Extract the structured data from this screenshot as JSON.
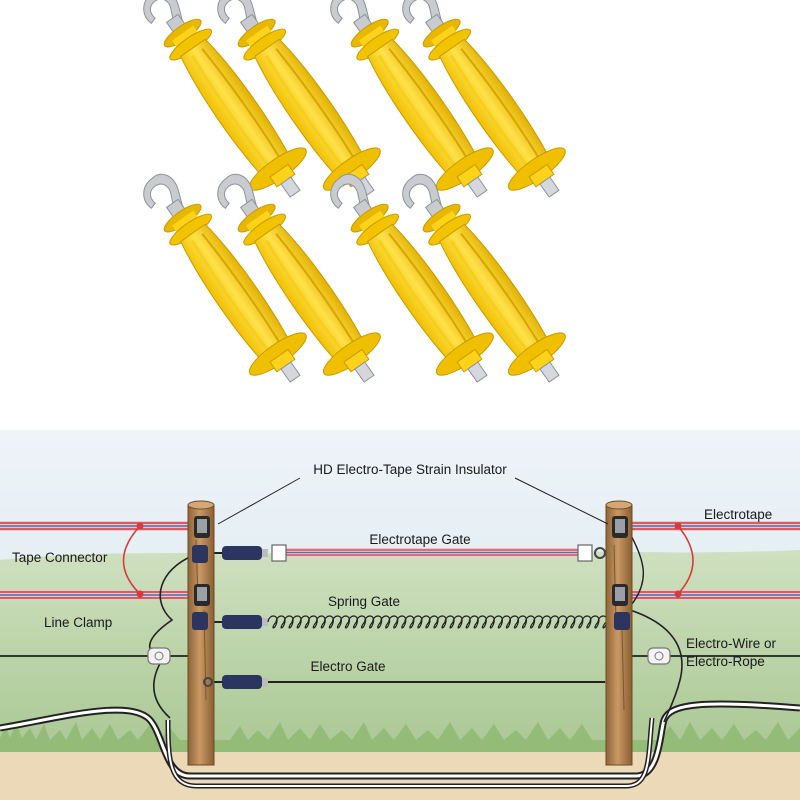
{
  "product": {
    "name": "gate-handle-insulator",
    "count": 8,
    "body_color": "#ffd21a",
    "shade_color": "#d9a800",
    "hook_color": "#c8ccd0"
  },
  "diagram": {
    "colors": {
      "sky_top": "#eef4f8",
      "sky_bottom": "#d7e6ee",
      "grass": "#b9d3a6",
      "ground": "#ebd9b8",
      "post": "#b98a55",
      "tape_red": "#d83a3a",
      "tape_blue": "#4a6fb0",
      "wire": "#222222"
    },
    "labels": {
      "strain_insulator": "HD Electro-Tape Strain Insulator",
      "electrotape_gate": "Electrotape Gate",
      "electrotape": "Electrotape",
      "tape_connector": "Tape Connector",
      "spring_gate": "Spring Gate",
      "line_clamp": "Line Clamp",
      "electro_wire_1": "Electro-Wire or",
      "electro_wire_2": "Electro-Rope",
      "electro_gate": "Electro Gate"
    }
  }
}
